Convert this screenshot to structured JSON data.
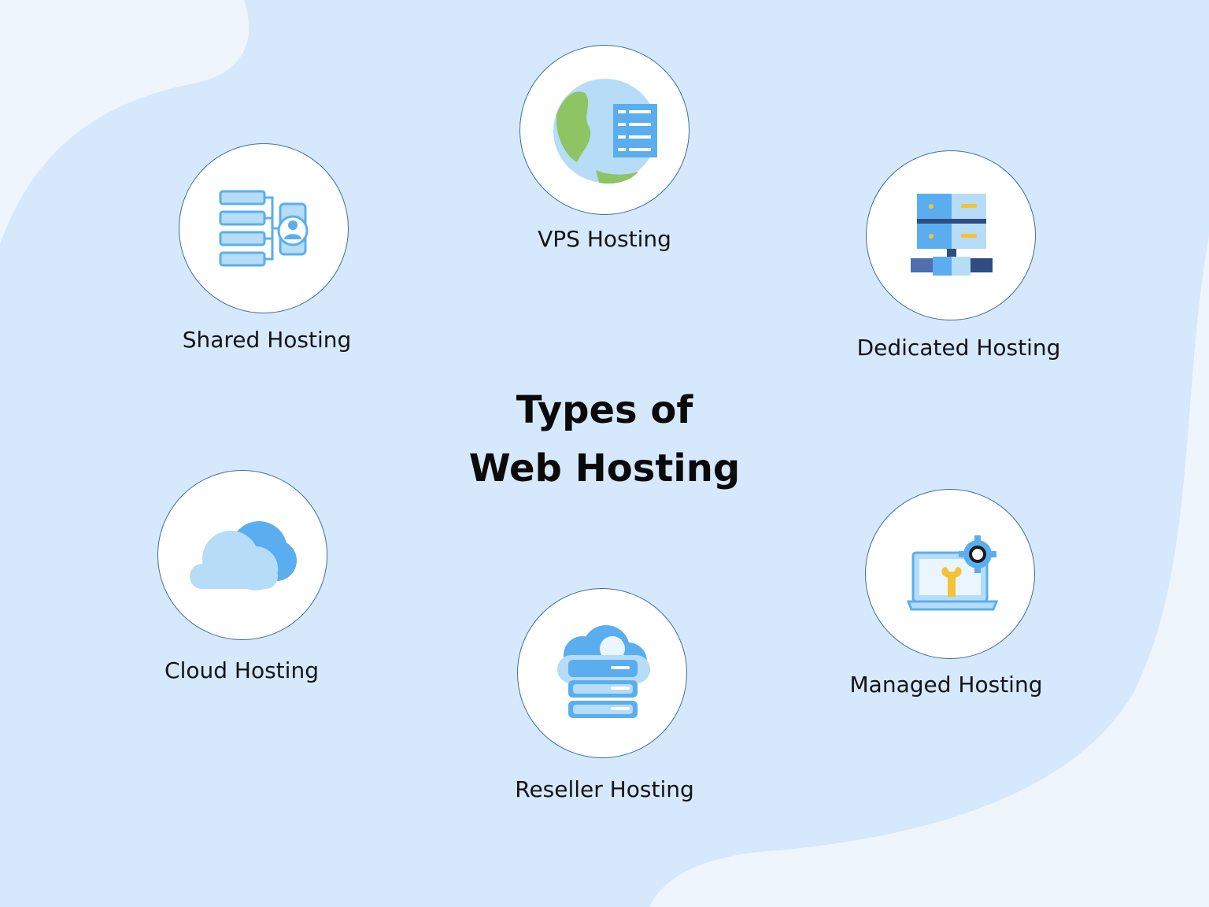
{
  "title": {
    "line1": "Types of",
    "line2": "Web Hosting"
  },
  "nodes": {
    "vps": {
      "label": "VPS Hosting",
      "icon": "globe-server-icon"
    },
    "shared": {
      "label": "Shared Hosting",
      "icon": "shared-servers-user-icon"
    },
    "dedicated": {
      "label": "Dedicated Hosting",
      "icon": "server-rack-icon"
    },
    "cloud": {
      "label": "Cloud Hosting",
      "icon": "cloud-icon"
    },
    "managed": {
      "label": "Managed Hosting",
      "icon": "laptop-gear-wrench-icon"
    },
    "reseller": {
      "label": "Reseller Hosting",
      "icon": "cloud-server-icon"
    }
  },
  "colors": {
    "background": "#d6e8fb",
    "background_light": "#eef5fd",
    "circle_border": "#3f6f99",
    "icon_blue": "#5aaef0",
    "icon_light": "#b6dcf7",
    "icon_green": "#8ec463",
    "icon_yellow": "#f3c237"
  }
}
